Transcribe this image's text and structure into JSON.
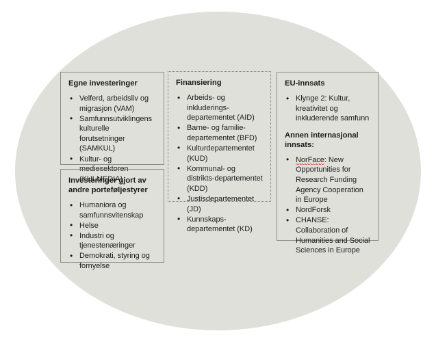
{
  "colors": {
    "ellipse_fill": "#dee0d9",
    "page_background": "#ffffff",
    "box_border": "#8c8c88",
    "text": "#1c1c1c",
    "spellcheck_underline": "#d84a3a"
  },
  "boxes": {
    "egne_investeringer": {
      "title": "Egne investeringer",
      "border_style": "solid",
      "items": [
        "Velferd, arbeidsliv og migrasjon (VAM)",
        "Samfunnsutviklingens kulturelle forutsetninger (SAMKUL)",
        "Kultur- og mediesektoren (KULMEDIA)"
      ]
    },
    "andre_portefoljestyrer": {
      "title": "Investeringer gjort av andre porteføljestyrer",
      "border_style": "solid",
      "items": [
        "Humaniora og samfunnsvitenskap",
        "Helse",
        "Industri og tjenestenæringer",
        "Demokrati, styring og fornyelse"
      ]
    },
    "finansiering": {
      "title": "Finansiering",
      "border_style": "dotted",
      "items": [
        "Arbeids- og inkluderings-departementet (AID)",
        "Barne- og familie-departementet (BFD)",
        "Kulturdepartementet (KUD)",
        "Kommunal- og distrikts-departementet (KDD)",
        "Justisdepartementet (JD)",
        "Kunnskaps-departementet (KD)"
      ]
    },
    "eu_innsats": {
      "title": "EU-innsats",
      "border_style": "solid",
      "items": [
        "Klynge 2: Kultur, kreativitet og inkluderende samfunn"
      ],
      "subtitle": "Annen internasjonal innsats:",
      "sub_items_prefix": "NorFace",
      "sub_items": [
        ": New Opportunities for Research Funding Agency Cooperation in Europe",
        "NordForsk",
        "CHANSE: Collaboration of Humanities and Social Sciences in Europe"
      ]
    }
  }
}
